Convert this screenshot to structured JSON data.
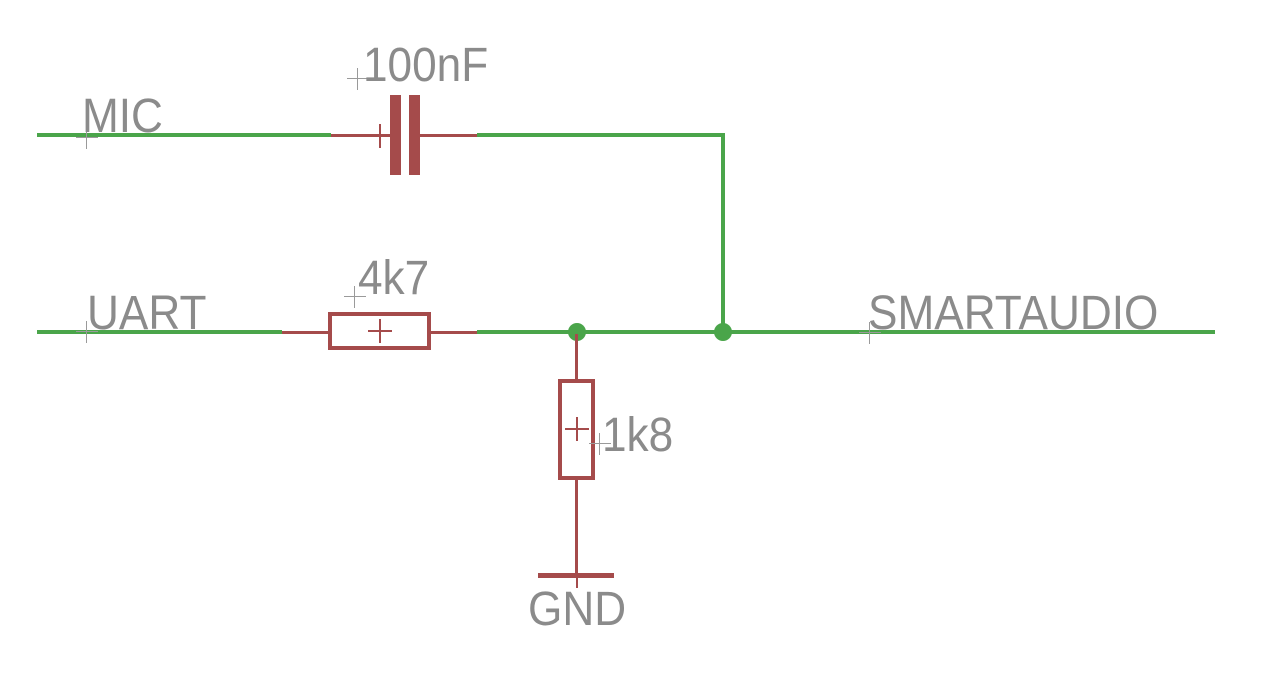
{
  "colors": {
    "wire": "#4aa54a",
    "part": "#a54b4b",
    "text": "#8b8b8b",
    "background": "#ffffff"
  },
  "labels": {
    "mic": "MIC",
    "uart": "UART",
    "smartaudio": "SMARTAUDIO",
    "gnd": "GND"
  },
  "components": {
    "capacitor": {
      "type": "capacitor",
      "value": "100nF"
    },
    "series_resistor": {
      "type": "resistor",
      "value": "4k7"
    },
    "pulldown_resistor": {
      "type": "resistor",
      "value": "1k8"
    }
  }
}
